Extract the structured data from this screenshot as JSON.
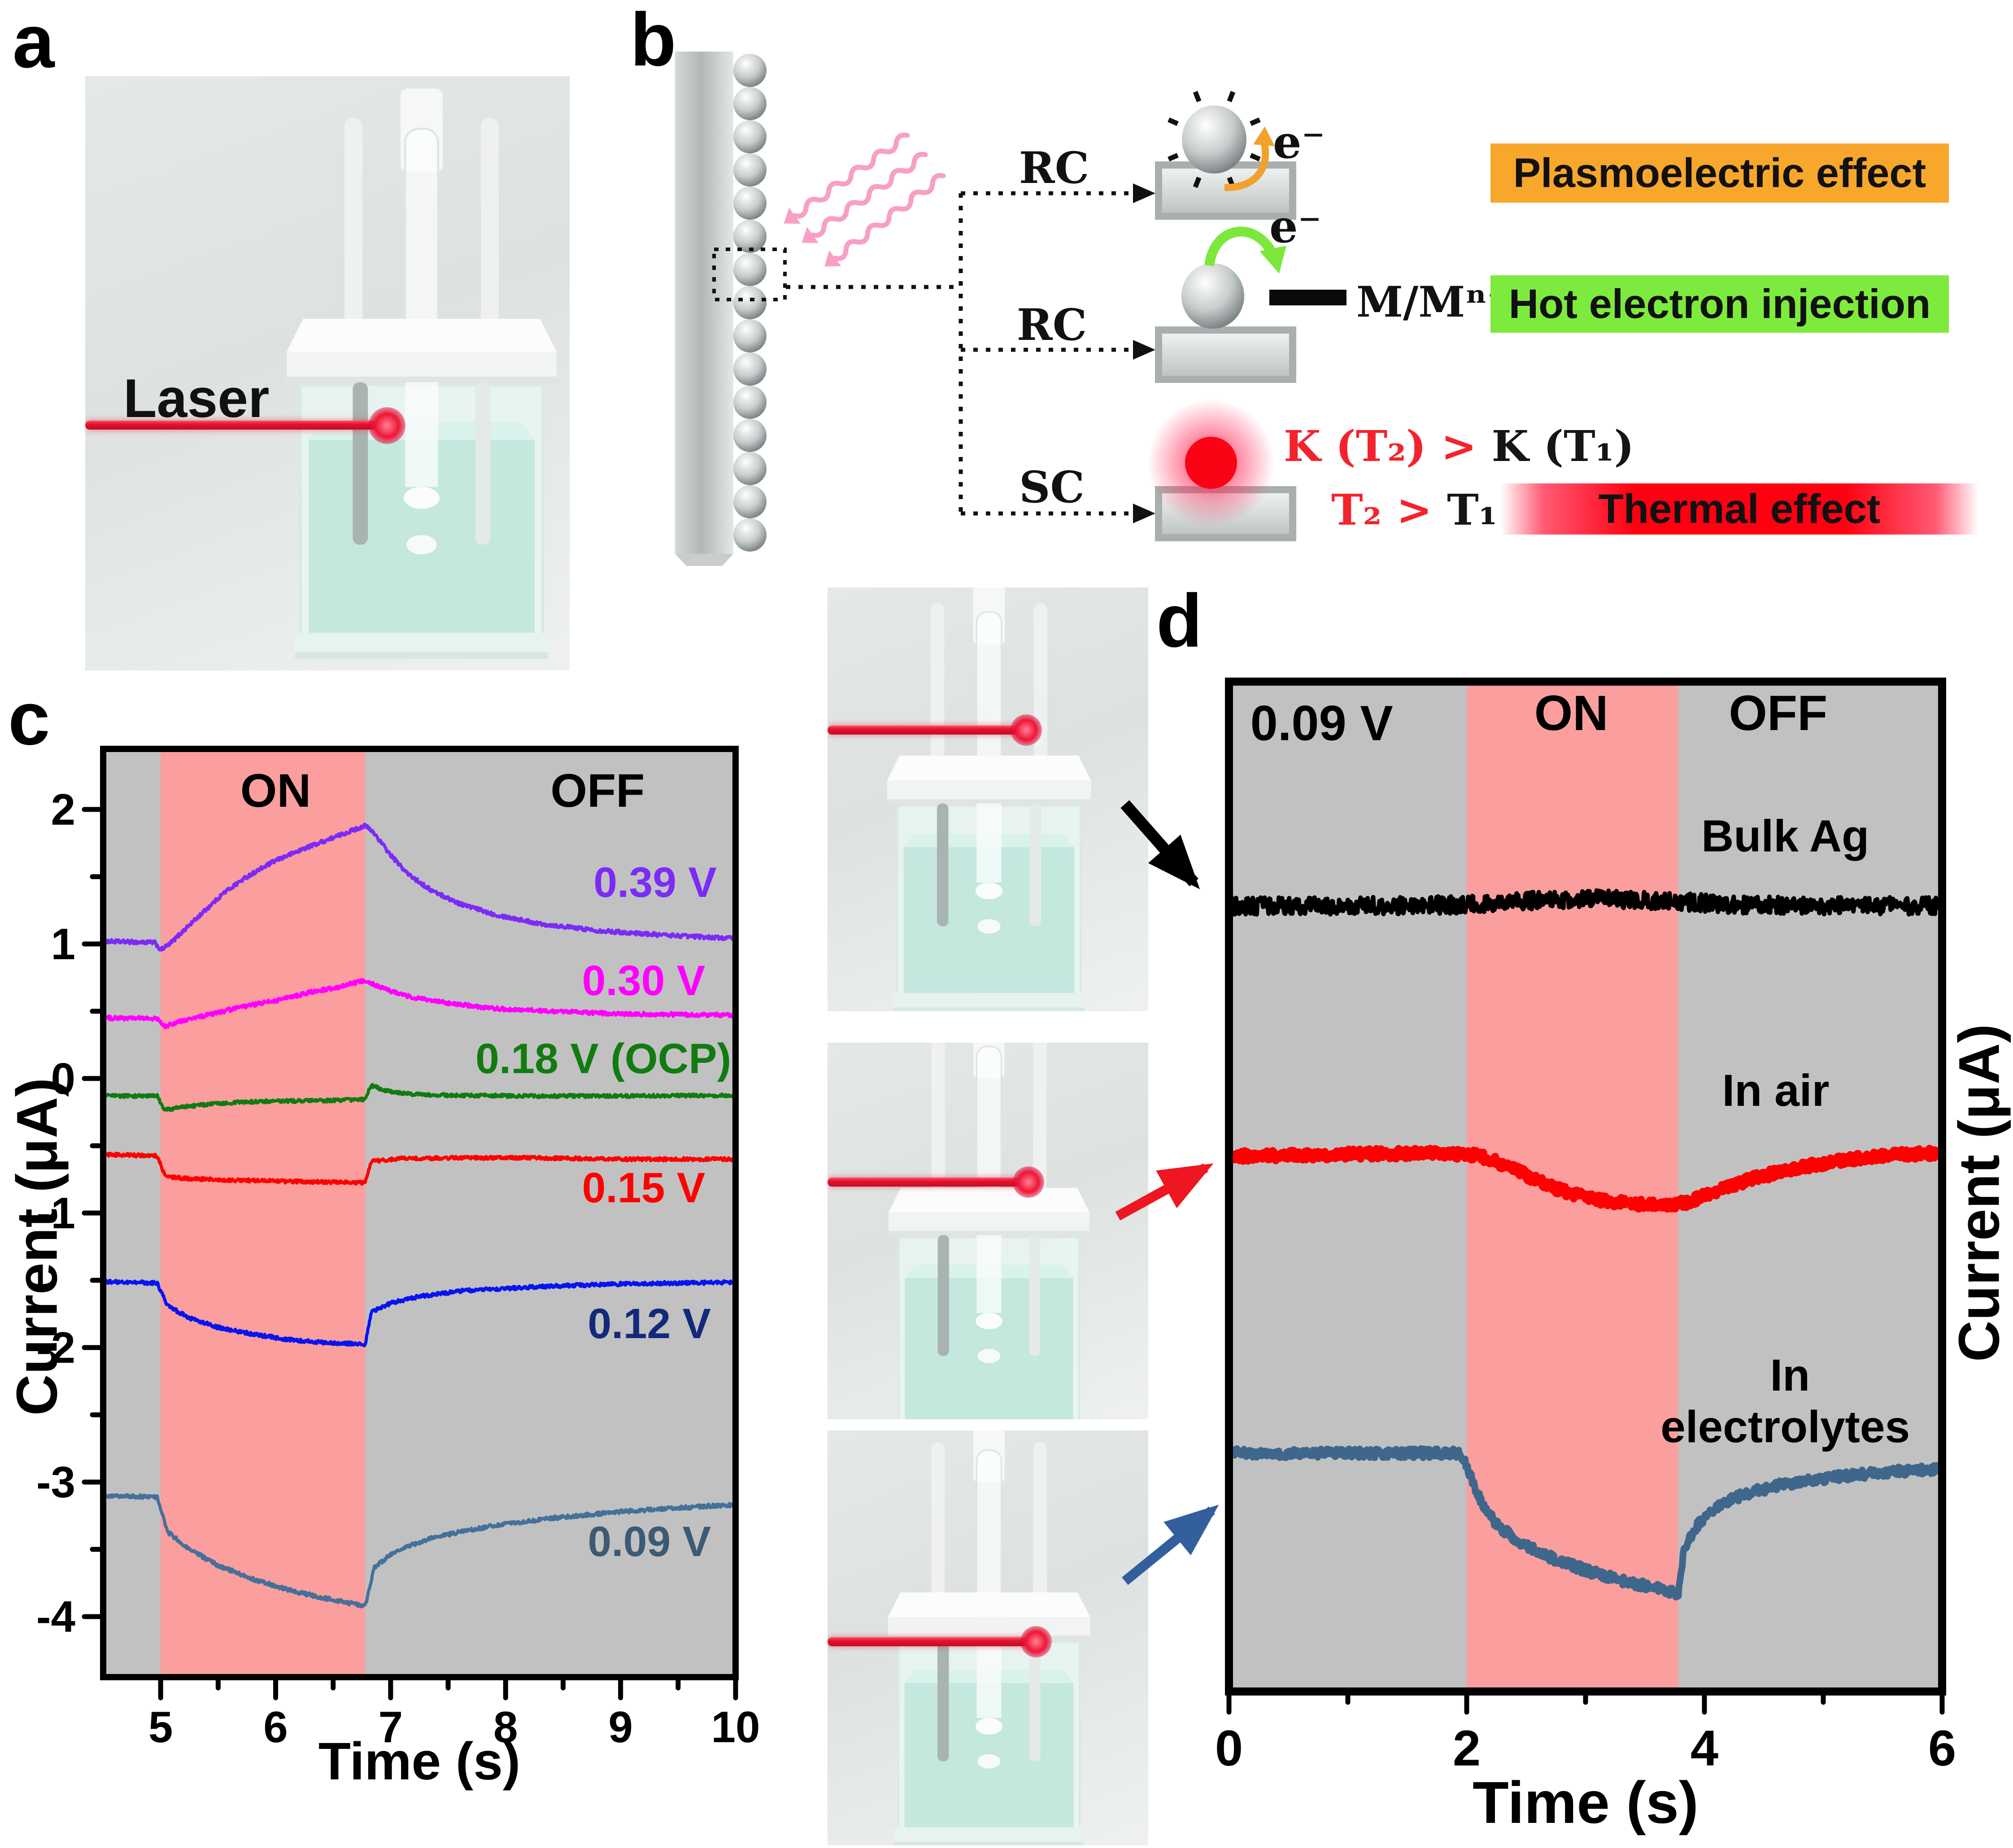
{
  "figure": {
    "laser_color": "#E8102E",
    "panel_a": {
      "label": "a",
      "laser_label": "Laser"
    },
    "panel_b": {
      "label": "b",
      "rc_top": "RC",
      "rc_mid": "RC",
      "sc": "SC",
      "electron_top": "e⁻",
      "electron_mid": "e⁻",
      "redox_label": "M/Mⁿ⁻",
      "k_red": "K (T₂) > ",
      "k_black": "K (T₁)",
      "t_red": "T₂ > ",
      "t_black": "T₁",
      "effects": [
        {
          "text": "Plasmoelectric effect",
          "color": "#F7A72B"
        },
        {
          "text": "Hot electron injection",
          "color": "#7DEB3E"
        },
        {
          "text": "Thermal effect",
          "color": "#FF0010"
        }
      ]
    },
    "panel_c": {
      "label": "c"
    },
    "panel_d": {
      "label": "d"
    }
  },
  "chart_data": [
    {
      "id": "c",
      "type": "line",
      "title": "",
      "xlabel": "Time (s)",
      "ylabel": "Current (μA)",
      "xlim": [
        4.5,
        10
      ],
      "ylim": [
        -4.45,
        2.45
      ],
      "xticks": [
        5,
        6,
        7,
        8,
        9,
        10
      ],
      "xminor": [
        5.5,
        6.5,
        7.5,
        8.5,
        9.5
      ],
      "yticks": [
        2,
        1,
        0,
        -1,
        -2,
        -3,
        -4
      ],
      "yminor": [
        1.5,
        0.5,
        -0.5,
        -1.5,
        -2.5,
        -3.5
      ],
      "grid": false,
      "plot_bg": "#C1C1C1",
      "on_band_color": "#FB9E9E",
      "laser_on_interval": [
        5.0,
        6.78
      ],
      "series": [
        {
          "name": "0.39 V",
          "color": "#7B2BF5",
          "lw": 7,
          "noise": 0.014,
          "points": [
            [
              4.5,
              1.02
            ],
            [
              4.95,
              1.01
            ],
            [
              5.0,
              0.955
            ],
            [
              5.08,
              1.0
            ],
            [
              5.2,
              1.1
            ],
            [
              5.35,
              1.22
            ],
            [
              5.55,
              1.38
            ],
            [
              5.75,
              1.5
            ],
            [
              6.0,
              1.62
            ],
            [
              6.25,
              1.71
            ],
            [
              6.5,
              1.79
            ],
            [
              6.78,
              1.88
            ],
            [
              6.86,
              1.82
            ],
            [
              7.0,
              1.66
            ],
            [
              7.15,
              1.52
            ],
            [
              7.35,
              1.4
            ],
            [
              7.6,
              1.3
            ],
            [
              7.9,
              1.22
            ],
            [
              8.3,
              1.15
            ],
            [
              8.8,
              1.1
            ],
            [
              9.3,
              1.07
            ],
            [
              10,
              1.04
            ]
          ]
        },
        {
          "name": "0.30 V",
          "color": "#FF00FF",
          "lw": 7,
          "noise": 0.014,
          "points": [
            [
              4.5,
              0.45
            ],
            [
              4.97,
              0.445
            ],
            [
              5.03,
              0.385
            ],
            [
              5.15,
              0.42
            ],
            [
              5.4,
              0.47
            ],
            [
              5.7,
              0.53
            ],
            [
              6.0,
              0.58
            ],
            [
              6.3,
              0.64
            ],
            [
              6.55,
              0.68
            ],
            [
              6.78,
              0.73
            ],
            [
              6.85,
              0.7
            ],
            [
              7.0,
              0.65
            ],
            [
              7.2,
              0.6
            ],
            [
              7.5,
              0.56
            ],
            [
              7.9,
              0.52
            ],
            [
              8.4,
              0.5
            ],
            [
              9.0,
              0.48
            ],
            [
              10,
              0.47
            ]
          ]
        },
        {
          "name": "0.18 V (OCP)",
          "color": "#117B11",
          "lw": 7,
          "noise": 0.012,
          "points": [
            [
              4.5,
              -0.13
            ],
            [
              4.97,
              -0.13
            ],
            [
              5.03,
              -0.235
            ],
            [
              5.2,
              -0.21
            ],
            [
              5.5,
              -0.185
            ],
            [
              5.9,
              -0.17
            ],
            [
              6.4,
              -0.165
            ],
            [
              6.78,
              -0.155
            ],
            [
              6.83,
              -0.05
            ],
            [
              6.95,
              -0.09
            ],
            [
              7.15,
              -0.115
            ],
            [
              7.5,
              -0.125
            ],
            [
              8.2,
              -0.13
            ],
            [
              9.0,
              -0.13
            ],
            [
              10,
              -0.125
            ]
          ]
        },
        {
          "name": "0.15 V",
          "color": "#FF0000",
          "lw": 7,
          "noise": 0.012,
          "points": [
            [
              4.5,
              -0.565
            ],
            [
              4.97,
              -0.575
            ],
            [
              5.04,
              -0.73
            ],
            [
              5.25,
              -0.745
            ],
            [
              5.6,
              -0.755
            ],
            [
              6.1,
              -0.765
            ],
            [
              6.5,
              -0.77
            ],
            [
              6.78,
              -0.775
            ],
            [
              6.83,
              -0.615
            ],
            [
              7.1,
              -0.595
            ],
            [
              7.6,
              -0.59
            ],
            [
              8.2,
              -0.59
            ],
            [
              9.0,
              -0.6
            ],
            [
              10,
              -0.6
            ]
          ]
        },
        {
          "name": "0.12 V",
          "color": "#0714EF",
          "lw": 7,
          "noise": 0.013,
          "points": [
            [
              4.5,
              -1.51
            ],
            [
              4.97,
              -1.52
            ],
            [
              5.06,
              -1.69
            ],
            [
              5.25,
              -1.78
            ],
            [
              5.5,
              -1.85
            ],
            [
              5.8,
              -1.9
            ],
            [
              6.1,
              -1.94
            ],
            [
              6.45,
              -1.965
            ],
            [
              6.78,
              -1.975
            ],
            [
              6.83,
              -1.74
            ],
            [
              7.0,
              -1.67
            ],
            [
              7.25,
              -1.62
            ],
            [
              7.6,
              -1.58
            ],
            [
              8.0,
              -1.56
            ],
            [
              8.5,
              -1.54
            ],
            [
              9.1,
              -1.525
            ],
            [
              10,
              -1.515
            ]
          ]
        },
        {
          "name": "0.09 V",
          "color": "#44709A",
          "lw": 7,
          "noise": 0.014,
          "points": [
            [
              4.5,
              -3.1
            ],
            [
              4.97,
              -3.11
            ],
            [
              5.06,
              -3.37
            ],
            [
              5.25,
              -3.5
            ],
            [
              5.5,
              -3.62
            ],
            [
              5.8,
              -3.72
            ],
            [
              6.1,
              -3.8
            ],
            [
              6.4,
              -3.86
            ],
            [
              6.78,
              -3.92
            ],
            [
              6.86,
              -3.63
            ],
            [
              7.05,
              -3.51
            ],
            [
              7.3,
              -3.43
            ],
            [
              7.6,
              -3.37
            ],
            [
              8.0,
              -3.31
            ],
            [
              8.5,
              -3.26
            ],
            [
              9.0,
              -3.22
            ],
            [
              9.5,
              -3.19
            ],
            [
              10,
              -3.17
            ]
          ]
        }
      ],
      "annotations": [
        {
          "text": "ON",
          "pos": [
            6.0,
            2.02
          ],
          "color": "#000000",
          "size": 105
        },
        {
          "text": "OFF",
          "pos": [
            8.8,
            2.02
          ],
          "color": "#000000",
          "size": 105
        },
        {
          "text": "0.39 V",
          "pos": [
            9.3,
            1.35
          ],
          "color": "#7B2BF5",
          "size": 95
        },
        {
          "text": "0.30 V",
          "pos": [
            9.2,
            0.62
          ],
          "color": "#FF00FF",
          "size": 95
        },
        {
          "text": "0.18 V (OCP)",
          "pos": [
            8.85,
            0.04
          ],
          "color": "#117B11",
          "size": 95
        },
        {
          "text": "0.15 V",
          "pos": [
            9.2,
            -0.92
          ],
          "color": "#FF0000",
          "size": 95
        },
        {
          "text": "0.12 V",
          "pos": [
            9.25,
            -1.93
          ],
          "color": "#122A7A",
          "size": 95
        },
        {
          "text": "0.09 V",
          "pos": [
            9.25,
            -3.55
          ],
          "color": "#3C5A74",
          "size": 95
        }
      ]
    },
    {
      "id": "d",
      "type": "line",
      "title": "",
      "xlabel": "Time (s)",
      "ylabel": "Current (μA)",
      "xlim": [
        0,
        6
      ],
      "ylim": [
        0,
        10
      ],
      "xticks": [
        0,
        2,
        4,
        6
      ],
      "xminor": [
        1,
        3,
        5
      ],
      "yticks": [],
      "yminor": [],
      "grid": false,
      "plot_bg": "#C1C1C1",
      "on_band_color": "#FB9E9E",
      "laser_on_interval": [
        2.0,
        3.78
      ],
      "series": [
        {
          "name": "Bulk Ag",
          "color": "#000000",
          "lw": 10,
          "noise": 0.085,
          "points": [
            [
              0,
              7.78
            ],
            [
              1.0,
              7.78
            ],
            [
              2.0,
              7.79
            ],
            [
              2.5,
              7.83
            ],
            [
              3.2,
              7.85
            ],
            [
              3.8,
              7.82
            ],
            [
              4.3,
              7.79
            ],
            [
              5.0,
              7.78
            ],
            [
              6,
              7.78
            ]
          ]
        },
        {
          "name": "In air",
          "color": "#FF0000",
          "lw": 17,
          "noise": 0.05,
          "points": [
            [
              0,
              5.3
            ],
            [
              1.0,
              5.32
            ],
            [
              1.8,
              5.33
            ],
            [
              2.1,
              5.31
            ],
            [
              2.35,
              5.2
            ],
            [
              2.6,
              5.05
            ],
            [
              2.85,
              4.94
            ],
            [
              3.1,
              4.87
            ],
            [
              3.4,
              4.83
            ],
            [
              3.7,
              4.82
            ],
            [
              3.85,
              4.84
            ],
            [
              4.1,
              4.95
            ],
            [
              4.4,
              5.08
            ],
            [
              4.8,
              5.19
            ],
            [
              5.2,
              5.27
            ],
            [
              5.7,
              5.32
            ],
            [
              6,
              5.33
            ]
          ]
        },
        {
          "name": "In electrolytes",
          "color": "#3F678C",
          "lw": 15,
          "noise": 0.045,
          "points": [
            [
              0,
              2.36
            ],
            [
              1.0,
              2.36
            ],
            [
              1.95,
              2.36
            ],
            [
              2.03,
              2.15
            ],
            [
              2.12,
              1.88
            ],
            [
              2.25,
              1.65
            ],
            [
              2.45,
              1.48
            ],
            [
              2.7,
              1.33
            ],
            [
              3.0,
              1.2
            ],
            [
              3.3,
              1.1
            ],
            [
              3.6,
              1.02
            ],
            [
              3.78,
              0.97
            ],
            [
              3.83,
              1.42
            ],
            [
              3.95,
              1.66
            ],
            [
              4.12,
              1.84
            ],
            [
              4.35,
              1.96
            ],
            [
              4.65,
              2.05
            ],
            [
              5.0,
              2.11
            ],
            [
              5.4,
              2.16
            ],
            [
              6,
              2.21
            ]
          ]
        }
      ],
      "annotations": [
        {
          "text": "0.09 V",
          "pos": [
            0.78,
            9.42
          ],
          "color": "#000000",
          "size": 110
        },
        {
          "text": "ON",
          "pos": [
            2.88,
            9.52
          ],
          "color": "#000000",
          "size": 110
        },
        {
          "text": "OFF",
          "pos": [
            4.62,
            9.52
          ],
          "color": "#000000",
          "size": 110
        },
        {
          "text": "Bulk Ag",
          "pos": [
            4.68,
            8.32
          ],
          "color": "#000000",
          "size": 100
        },
        {
          "text": "In air",
          "pos": [
            4.6,
            5.8
          ],
          "color": "#000000",
          "size": 100
        },
        {
          "text": "In",
          "pos": [
            4.72,
            2.98
          ],
          "color": "#000000",
          "size": 100
        },
        {
          "text": "electrolytes",
          "pos": [
            4.68,
            2.47
          ],
          "color": "#000000",
          "size": 100
        }
      ]
    }
  ]
}
